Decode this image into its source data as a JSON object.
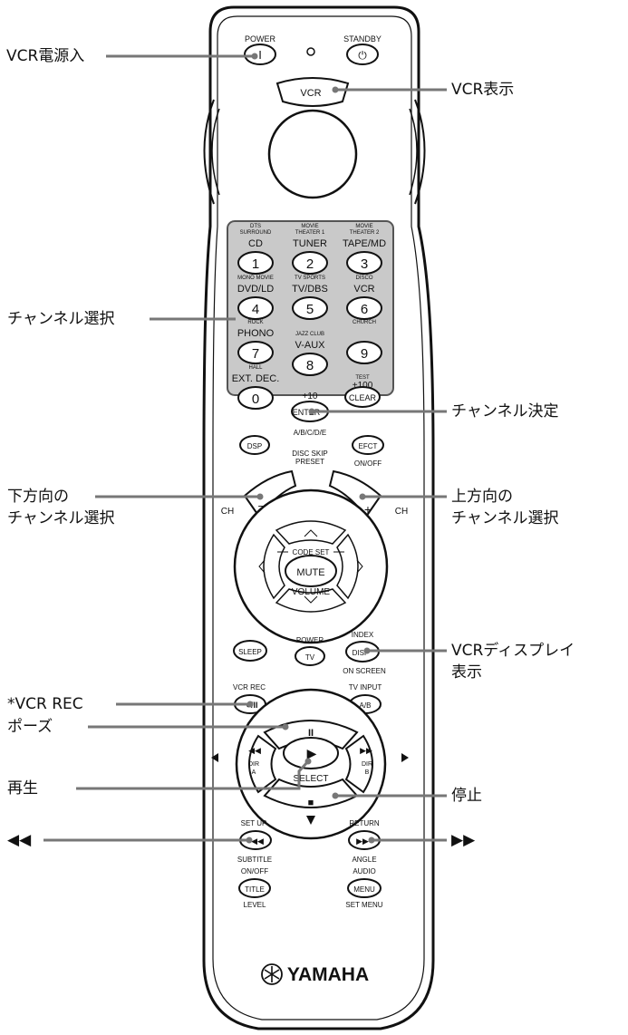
{
  "callouts": {
    "vcr_power_on": "VCR電源入",
    "vcr_display": "VCR表示",
    "channel_select": "チャンネル選択",
    "channel_enter": "チャンネル決定",
    "down_channel_l1": "下方向の",
    "down_channel_l2": "チャンネル選択",
    "up_channel_l1": "上方向の",
    "up_channel_l2": "チャンネル選択",
    "vcr_display_mode_l1": "VCRディスプレイ",
    "vcr_display_mode_l2": "表示",
    "vcr_rec": "*VCR REC",
    "pause": "ポーズ",
    "play": "再生",
    "stop": "停止",
    "rewind": "◀◀",
    "fast_forward": "▶▶"
  },
  "remote": {
    "power_label": "POWER",
    "power_symbol": "I",
    "standby_label": "STANDBY",
    "standby_symbol": "⏻",
    "vcr_button": "VCR",
    "numpad": [
      {
        "key": "1",
        "main": "CD",
        "sub1": "DTS",
        "sub2": "SURROUND"
      },
      {
        "key": "2",
        "main": "TUNER",
        "sub1": "MOVIE",
        "sub2": "THEATER 1"
      },
      {
        "key": "3",
        "main": "TAPE/MD",
        "sub1": "MOVIE",
        "sub2": "THEATER 2"
      },
      {
        "key": "4",
        "main": "DVD/LD",
        "sub1": "",
        "sub2": "MONO MOVIE"
      },
      {
        "key": "5",
        "main": "TV/DBS",
        "sub1": "",
        "sub2": "TV SPORTS"
      },
      {
        "key": "6",
        "main": "VCR",
        "sub1": "",
        "sub2": "DISCO"
      },
      {
        "key": "7",
        "main": "PHONO",
        "sub1": "",
        "sub2": "ROCK"
      },
      {
        "key": "8",
        "main": "V-AUX",
        "sub1": "",
        "sub2": "JAZZ CLUB"
      },
      {
        "key": "9",
        "main": "",
        "sub1": "",
        "sub2": "CHURCH"
      },
      {
        "key": "0",
        "main": "EXT. DEC.",
        "sub1": "",
        "sub2": "HALL"
      }
    ],
    "plus10": "+10",
    "enter": "ENTER",
    "enter_sub": "A/B/C/D/E",
    "test": "TEST",
    "plus100": "+100",
    "clear": "CLEAR",
    "dsp": "DSP",
    "efct": "EFCT",
    "on_off": "ON/OFF",
    "disc_skip": "DISC SKIP",
    "preset": "PRESET",
    "ch": "CH",
    "minus": "–",
    "plus": "+",
    "tv": "TV",
    "code_set": "CODE SET",
    "mute": "MUTE",
    "volume": "VOLUME",
    "sleep": "SLEEP",
    "power2": "POWER",
    "tv_btn": "TV",
    "index": "INDEX",
    "disp": "DISP",
    "on_screen": "ON SCREEN",
    "vcr_rec": "VCR REC",
    "rec_symbol": "●/II",
    "tv_input": "TV INPUT",
    "ab": "A/B",
    "pause_symbol": "II",
    "play_symbol": "▶",
    "stop_symbol": "■",
    "dir_a": "DIR",
    "dir_a2": "A",
    "dir_b": "DIR",
    "dir_b2": "B",
    "select": "SELECT",
    "left_rew": "◀◀",
    "right_ff": "▶▶",
    "set_up": "SET UP",
    "return": "RETURN",
    "rew_symbol": "◀◀",
    "ff_symbol": "▶▶",
    "subtitle": "SUBTITLE",
    "angle": "ANGLE",
    "on_off2": "ON/OFF",
    "audio": "AUDIO",
    "title": "TITLE",
    "menu": "MENU",
    "level": "LEVEL",
    "set_menu": "SET MENU",
    "brand": "YAMAHA"
  }
}
